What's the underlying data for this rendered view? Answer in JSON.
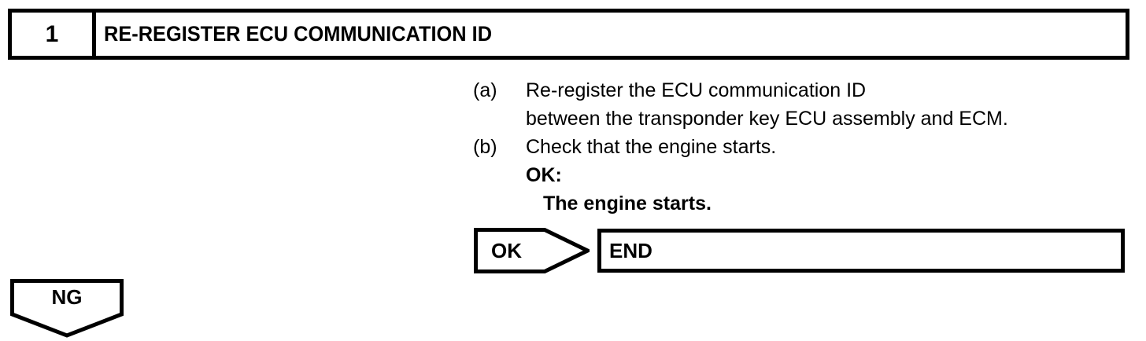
{
  "step_header": {
    "number": "1",
    "title": "RE-REGISTER ECU COMMUNICATION ID"
  },
  "procedure": {
    "steps": [
      {
        "label": "(a)",
        "lines": [
          {
            "text": "Re-register the ECU communication ID",
            "bold": false,
            "indent": false
          },
          {
            "text": "between the transponder key ECU assembly and ECM.",
            "bold": false,
            "indent": false
          }
        ]
      },
      {
        "label": "(b)",
        "lines": [
          {
            "text": "Check that the engine starts.",
            "bold": false,
            "indent": false
          },
          {
            "text": "OK:",
            "bold": true,
            "indent": false
          },
          {
            "text": "The engine starts.",
            "bold": true,
            "indent": true
          }
        ]
      }
    ]
  },
  "result_flow": {
    "ok_connector_label": "OK",
    "end_box_label": "END"
  },
  "ng_connector": {
    "label": "NG"
  },
  "colors": {
    "ink": "#000000",
    "page_background": "#ffffff"
  }
}
